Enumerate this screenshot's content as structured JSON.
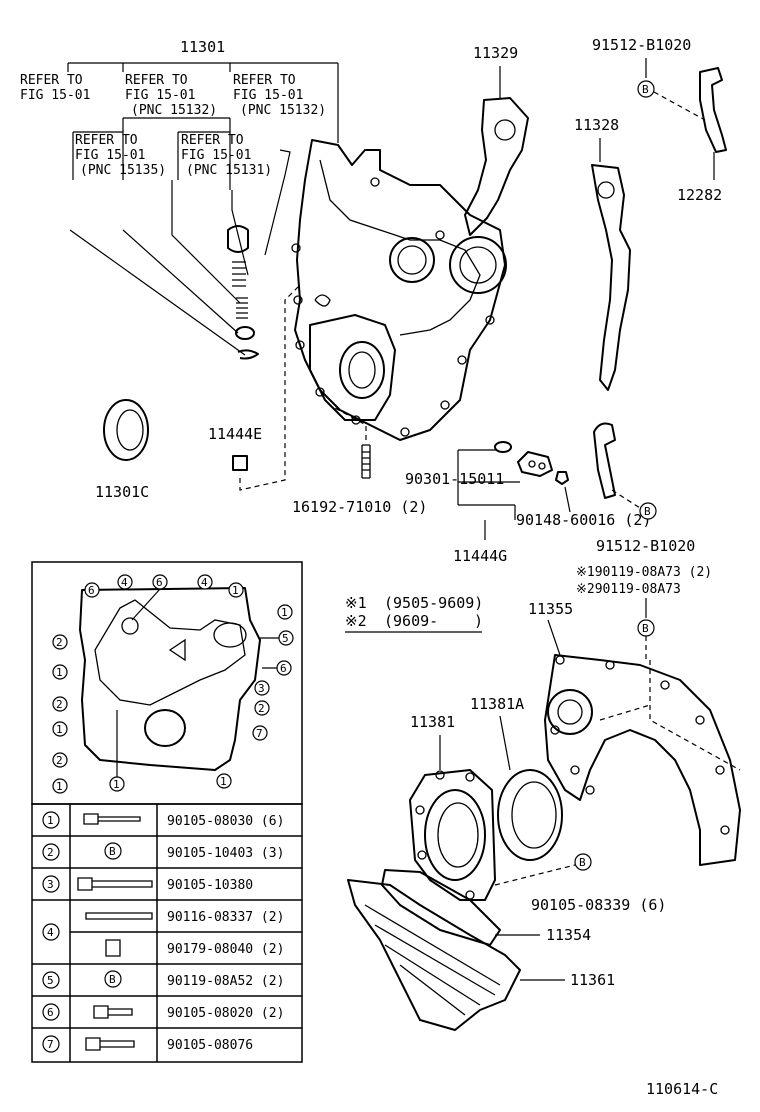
{
  "parts": {
    "p11301": "11301",
    "p11329": "11329",
    "p91512_top": "91512-B1020",
    "p11328": "11328",
    "p12282": "12282",
    "p11444E": "11444E",
    "p11301C": "11301C",
    "p90301": "90301-15011",
    "p16192": "16192-71010 (2)",
    "p90148": "90148-60016 (2)",
    "p11444G": "11444G",
    "p91512_bot": "91512-B1020",
    "p90119_a73_2": "※190119-08A73 (2)",
    "p90119_a73": "※290119-08A73",
    "p11355": "11355",
    "p11381A": "11381A",
    "p11381": "11381",
    "p90105_08339": "90105-08339 (6)",
    "p11354": "11354",
    "p11361": "11361"
  },
  "refer_notes": [
    {
      "line1": "REFER TO",
      "line2": "FIG 15-01",
      "line3": ""
    },
    {
      "line1": "REFER TO",
      "line2": "FIG 15-01",
      "line3": "(PNC 15132)"
    },
    {
      "line1": "REFER TO",
      "line2": "FIG 15-01",
      "line3": "(PNC 15132)"
    },
    {
      "line1": "REFER TO",
      "line2": "FIG 15-01",
      "line3": "(PNC 15135)"
    },
    {
      "line1": "REFER TO",
      "line2": "FIG 15-01",
      "line3": "(PNC 15131)"
    }
  ],
  "notes": {
    "n1_mark": "※1",
    "n1_range": "(9505-9609)",
    "n2_mark": "※2",
    "n2_range": "(9609-",
    "n2_close": ")"
  },
  "bolt_table": [
    {
      "key": "1",
      "part": "90105-08030 (6)"
    },
    {
      "key": "2",
      "part": "90105-10403 (3)"
    },
    {
      "key": "3",
      "part": "90105-10380"
    },
    {
      "key": "4",
      "part": "90116-08337 (2)"
    },
    {
      "key": "",
      "part": "90179-08040 (2)"
    },
    {
      "key": "5",
      "part": "90119-08A52 (2)"
    },
    {
      "key": "6",
      "part": "90105-08020 (2)"
    },
    {
      "key": "7",
      "part": "90105-08076"
    }
  ],
  "inset_markers": [
    "6",
    "4",
    "6",
    "4",
    "1",
    "2",
    "5",
    "1",
    "6",
    "2",
    "3",
    "1",
    "2",
    "2",
    "1",
    "7",
    "1",
    "1",
    "1"
  ],
  "b_marker": "B",
  "diagram_id": "110614-C"
}
